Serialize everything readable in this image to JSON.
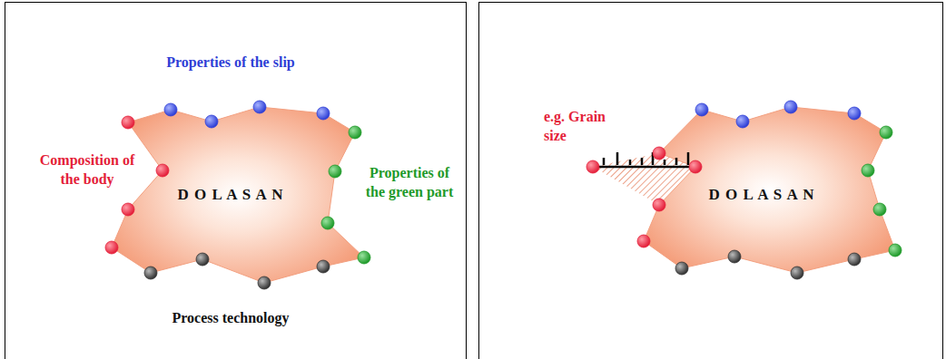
{
  "diagram": {
    "nodes": [
      {
        "text": [
          "Properties of the slip",
          "Composition of the body",
          "Properties of the green part",
          "Process technology"
        ]
      },
      {
        "text": [
          "D O L A S A N"
        ],
        "in": 0
      },
      {
        "text": [
          "e.g. Grain size"
        ]
      },
      {
        "text": [
          "D O L A S A N"
        ],
        "in": 2
      }
    ]
  }
}
